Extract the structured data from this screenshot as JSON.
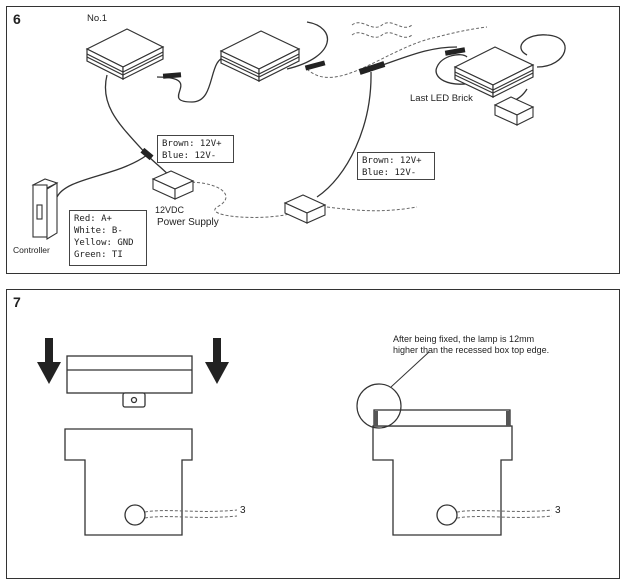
{
  "panel6": {
    "number": "6",
    "brick_first_label": "No.1",
    "brick_last_label": "Last LED Brick",
    "controller_label": "Controller",
    "psu_voltage": "12VDC",
    "psu_label": "Power Supply",
    "legend_main": [
      "Red: A+",
      "White: B-",
      "Yellow: GND",
      "Green: TI"
    ],
    "legend_power_a": [
      "Brown: 12V+",
      "Blue: 12V-"
    ],
    "legend_power_b": [
      "Brown: 12V+",
      "Blue: 12V-"
    ]
  },
  "panel7": {
    "number": "7",
    "note_line1": "After being fixed, the lamp is 12mm",
    "note_line2": "higher than the recessed box top edge.",
    "wire_end_left": "3",
    "wire_end_right": "3"
  }
}
